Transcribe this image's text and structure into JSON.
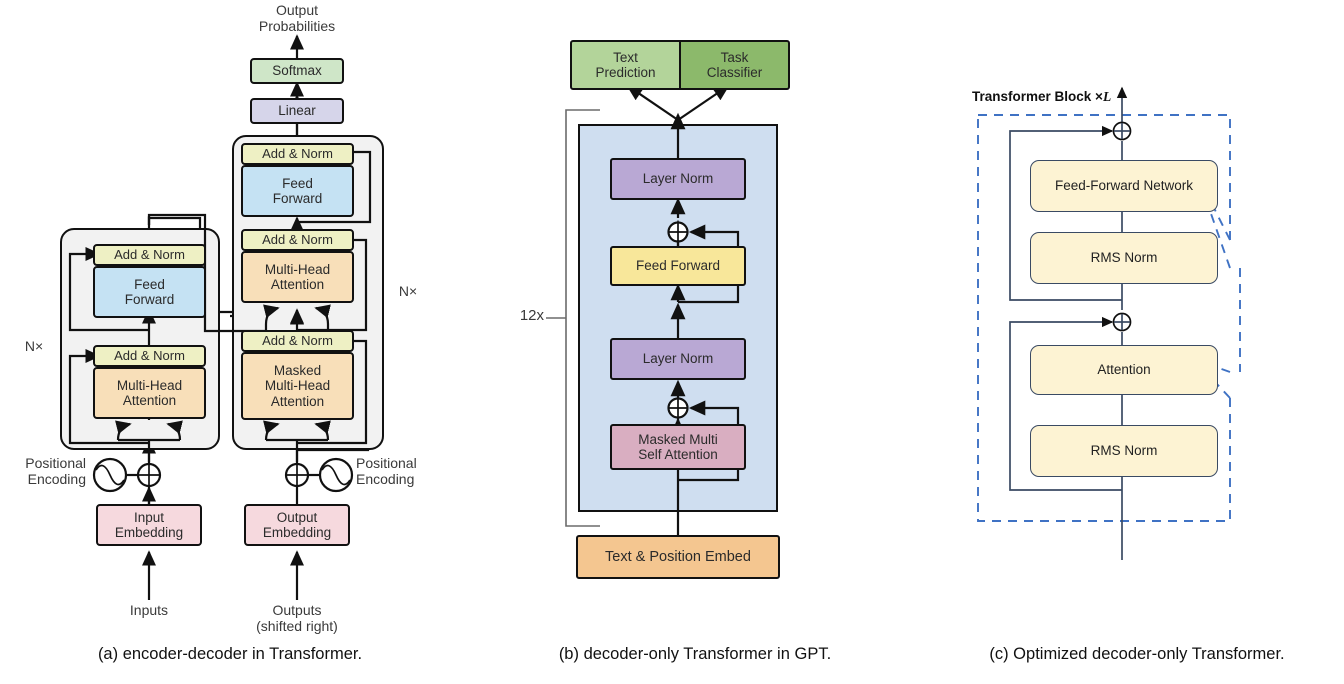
{
  "figure": {
    "panels": [
      {
        "id": "a",
        "caption": "(a) encoder-decoder in Transformer.",
        "top_label": "Output\nProbabilities",
        "repeat_label_encoder": "N×",
        "repeat_label_decoder": "N×",
        "pos_enc_left": "Positional\nEncoding",
        "pos_enc_right": "Positional\nEncoding",
        "bottom_left": "Inputs",
        "bottom_right": "Outputs\n(shifted right)",
        "nodes": {
          "softmax": "Softmax",
          "linear": "Linear",
          "dec_add_norm_top": "Add & Norm",
          "dec_feed_forward": "Feed\nForward",
          "dec_add_norm_mid": "Add & Norm",
          "dec_multi_head": "Multi-Head\nAttention",
          "dec_add_norm_bot": "Add & Norm",
          "dec_masked": "Masked\nMulti-Head\nAttention",
          "enc_add_norm_top": "Add & Norm",
          "enc_feed_forward": "Feed\nForward",
          "enc_add_norm_bot": "Add & Norm",
          "enc_multi_head": "Multi-Head\nAttention",
          "input_embedding": "Input\nEmbedding",
          "output_embedding": "Output\nEmbedding"
        },
        "colors": {
          "softmax": "#cfe6c8",
          "linear": "#d6d5ea",
          "add_norm": "#eef0c4",
          "feed_forward": "#c5e2f3",
          "attention": "#f8dfb9",
          "embedding": "#f6d9de",
          "shell": "#f2f2f2"
        }
      },
      {
        "id": "b",
        "caption": "(b) decoder-only Transformer in GPT.",
        "repeat_label": "12x",
        "nodes": {
          "text_prediction": "Text\nPrediction",
          "task_classifier": "Task\nClassifier",
          "layer_norm_top": "Layer Norm",
          "feed_forward": "Feed Forward",
          "layer_norm_bot": "Layer Norm",
          "masked_attention": "Masked Multi\nSelf Attention",
          "embed": "Text & Position Embed"
        },
        "colors": {
          "text_prediction": "#b3d49a",
          "task_classifier": "#8cb96b",
          "layer_norm": "#b9a8d4",
          "feed_forward": "#f8e79a",
          "masked_attention": "#d9aec1",
          "embed": "#f4c690",
          "block_panel": "#cfdef0"
        }
      },
      {
        "id": "c",
        "caption": "(c) Optimized decoder-only Transformer.",
        "block_title_prefix": "Transformer Block ",
        "block_title_mult": "×",
        "block_title_symbol": "L",
        "nodes": {
          "ffn": "Feed-Forward Network",
          "rms_norm_top": "RMS Norm",
          "attention": "Attention",
          "rms_norm_bot": "RMS Norm"
        },
        "colors": {
          "box_fill": "#fdf3d3",
          "box_border": "#3a4a63",
          "dashed_border": "#3f72c4"
        }
      }
    ]
  }
}
